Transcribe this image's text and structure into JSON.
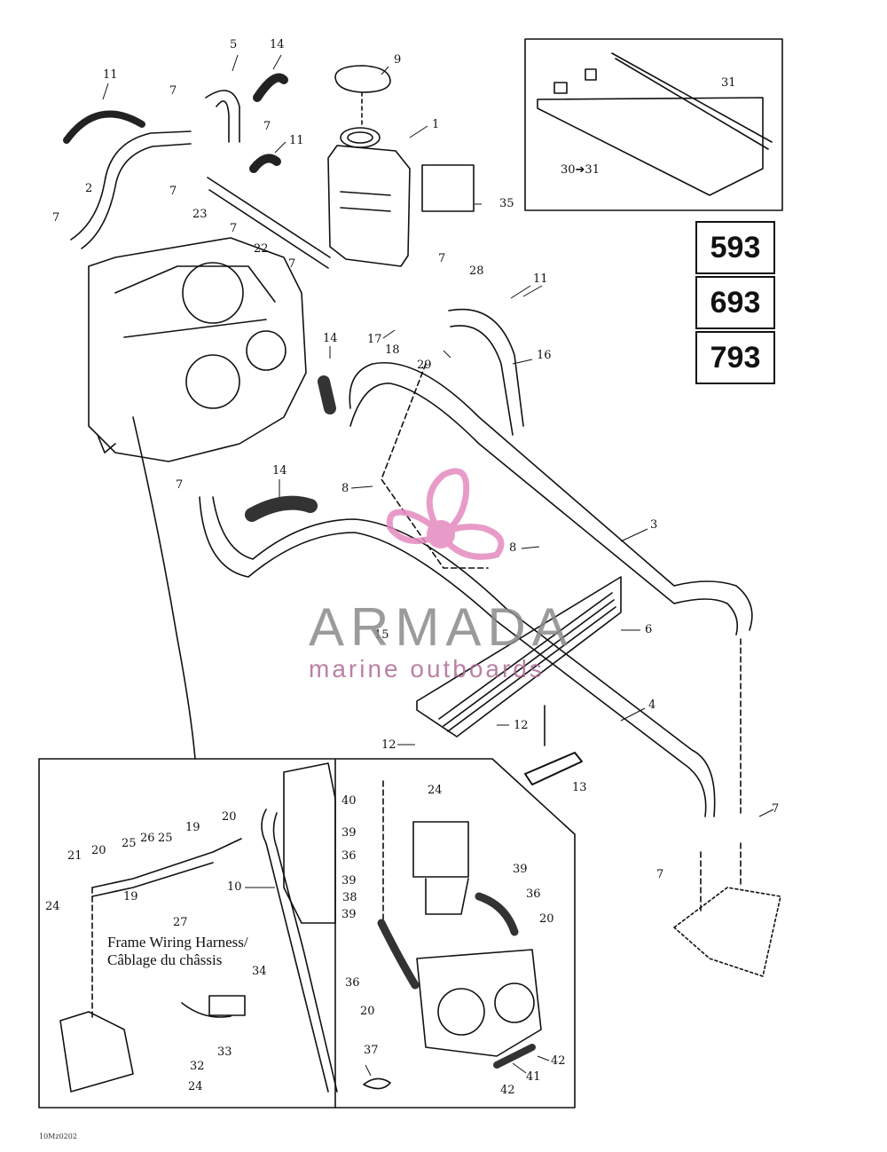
{
  "callouts": [
    {
      "id": "c1",
      "text": "1"
    },
    {
      "id": "c2",
      "text": "2"
    },
    {
      "id": "c3",
      "text": "3"
    },
    {
      "id": "c4",
      "text": "4"
    },
    {
      "id": "c5",
      "text": "5"
    },
    {
      "id": "c6",
      "text": "6"
    },
    {
      "id": "c7a",
      "text": "7"
    },
    {
      "id": "c7b",
      "text": "7"
    },
    {
      "id": "c7c",
      "text": "7"
    },
    {
      "id": "c7d",
      "text": "7"
    },
    {
      "id": "c7e",
      "text": "7"
    },
    {
      "id": "c7f",
      "text": "7"
    },
    {
      "id": "c7g",
      "text": "7"
    },
    {
      "id": "c7h",
      "text": "7"
    },
    {
      "id": "c7i",
      "text": "7"
    },
    {
      "id": "c7j",
      "text": "7"
    },
    {
      "id": "c8a",
      "text": "8"
    },
    {
      "id": "c8b",
      "text": "8"
    },
    {
      "id": "c9",
      "text": "9"
    },
    {
      "id": "c10",
      "text": "10"
    },
    {
      "id": "c11a",
      "text": "11"
    },
    {
      "id": "c11b",
      "text": "11"
    },
    {
      "id": "c11c",
      "text": "11"
    },
    {
      "id": "c12a",
      "text": "12"
    },
    {
      "id": "c12b",
      "text": "12"
    },
    {
      "id": "c13",
      "text": "13"
    },
    {
      "id": "c14a",
      "text": "14"
    },
    {
      "id": "c14b",
      "text": "14"
    },
    {
      "id": "c14c",
      "text": "14"
    },
    {
      "id": "c15",
      "text": "15"
    },
    {
      "id": "c16",
      "text": "16"
    },
    {
      "id": "c17",
      "text": "17"
    },
    {
      "id": "c18",
      "text": "18"
    },
    {
      "id": "c19a",
      "text": "19"
    },
    {
      "id": "c19b",
      "text": "19"
    },
    {
      "id": "c20a",
      "text": "20"
    },
    {
      "id": "c20b",
      "text": "20"
    },
    {
      "id": "c20c",
      "text": "20"
    },
    {
      "id": "c20d",
      "text": "20"
    },
    {
      "id": "c21",
      "text": "21"
    },
    {
      "id": "c22",
      "text": "22"
    },
    {
      "id": "c23",
      "text": "23"
    },
    {
      "id": "c24a",
      "text": "24"
    },
    {
      "id": "c24b",
      "text": "24"
    },
    {
      "id": "c24c",
      "text": "24"
    },
    {
      "id": "c25a",
      "text": "25"
    },
    {
      "id": "c25b",
      "text": "25"
    },
    {
      "id": "c26",
      "text": "26"
    },
    {
      "id": "c27",
      "text": "27"
    },
    {
      "id": "c28",
      "text": "28"
    },
    {
      "id": "c29",
      "text": "29"
    },
    {
      "id": "c30",
      "text": "30➔31"
    },
    {
      "id": "c31",
      "text": "31"
    },
    {
      "id": "c32",
      "text": "32"
    },
    {
      "id": "c33",
      "text": "33"
    },
    {
      "id": "c34",
      "text": "34"
    },
    {
      "id": "c35",
      "text": "35"
    },
    {
      "id": "c36a",
      "text": "36"
    },
    {
      "id": "c36b",
      "text": "36"
    },
    {
      "id": "c36c",
      "text": "36"
    },
    {
      "id": "c37",
      "text": "37"
    },
    {
      "id": "c38",
      "text": "38"
    },
    {
      "id": "c39a",
      "text": "39"
    },
    {
      "id": "c39b",
      "text": "39"
    },
    {
      "id": "c39c",
      "text": "39"
    },
    {
      "id": "c39d",
      "text": "39"
    },
    {
      "id": "c40",
      "text": "40"
    },
    {
      "id": "c41",
      "text": "41"
    },
    {
      "id": "c42a",
      "text": "42"
    },
    {
      "id": "c42b",
      "text": "42"
    }
  ],
  "models": [
    "593",
    "693",
    "793"
  ],
  "frame_label": {
    "line1": "Frame Wiring Harness/",
    "line2": "Câblage du châssis"
  },
  "watermark": {
    "name": "ARMADA",
    "tagline": "marine outboards",
    "accent": "#e58ac0"
  },
  "drawing_code": "10Mz0202"
}
